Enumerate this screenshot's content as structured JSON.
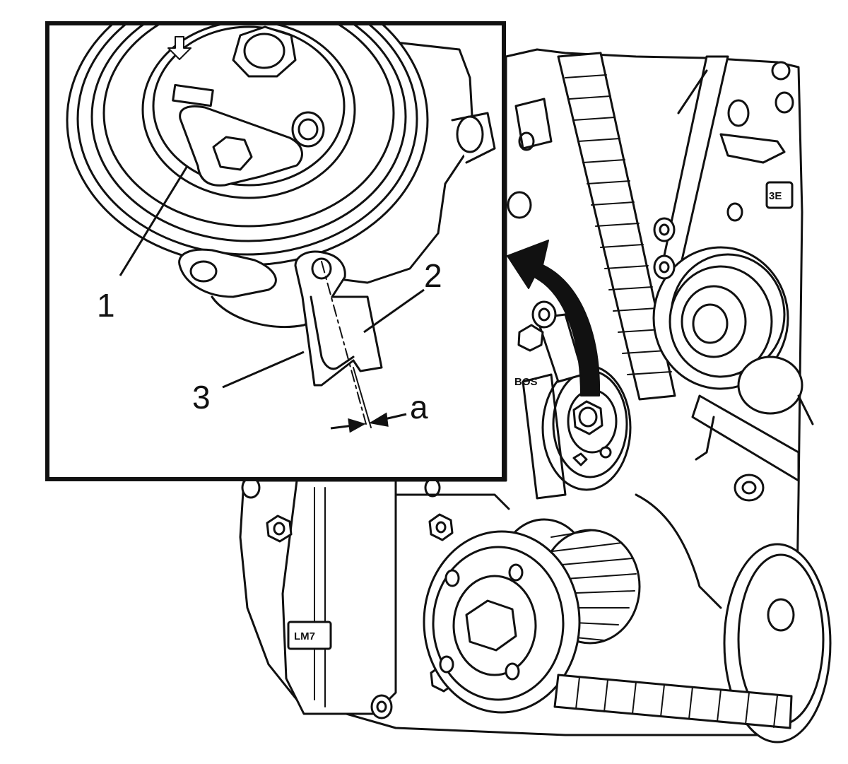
{
  "callouts": {
    "c1": "1",
    "c2": "2",
    "c3": "3",
    "ca": "a"
  },
  "stamps": {
    "bosch": "BOS",
    "lm7": "LM7",
    "code": "3E"
  },
  "colors": {
    "ink": "#111111",
    "paper": "#ffffff"
  }
}
